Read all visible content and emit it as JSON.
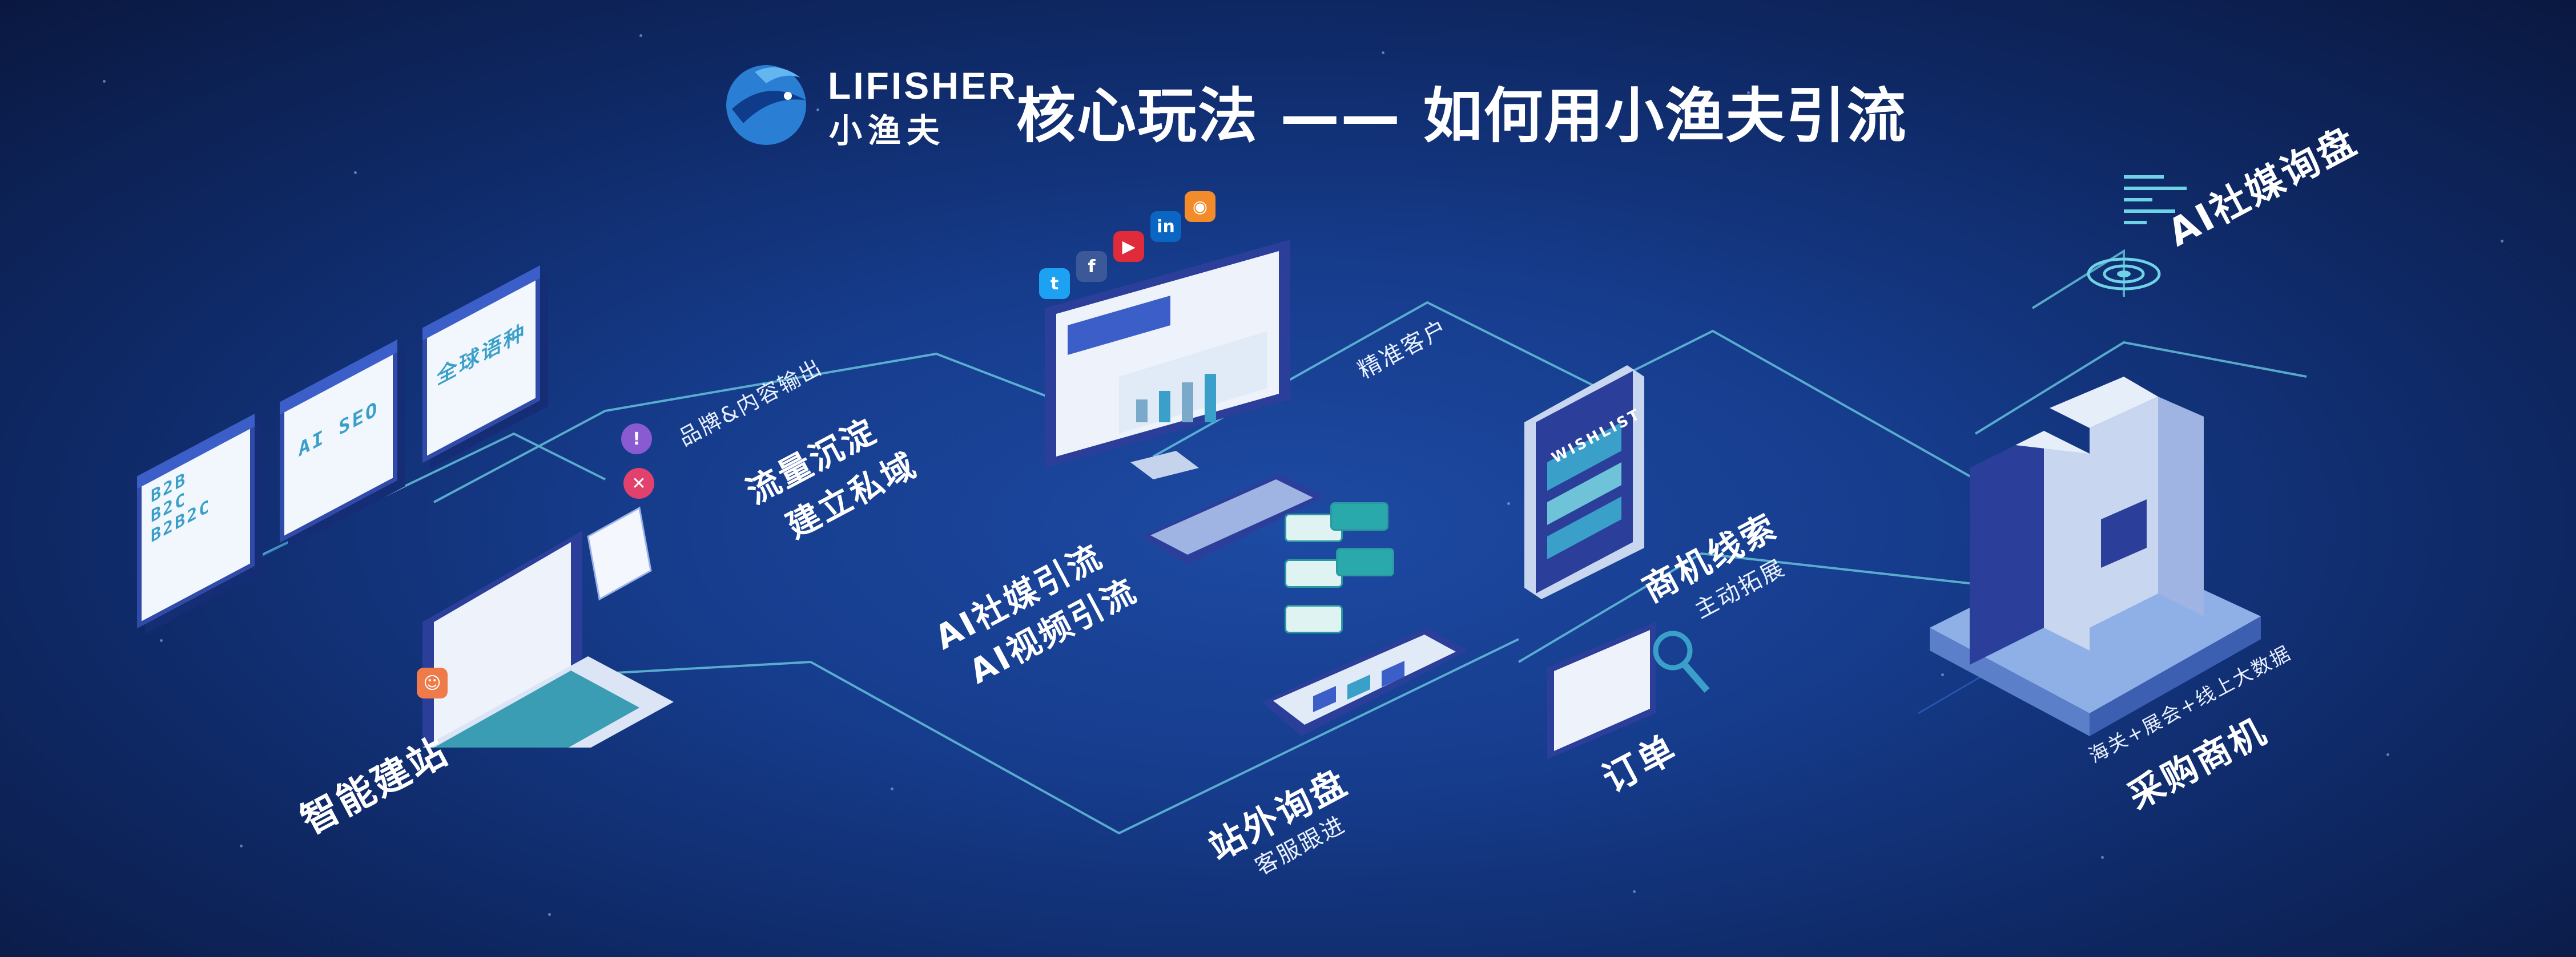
{
  "header": {
    "brand_name": "LIFISHER",
    "brand_cn": "小渔夫",
    "title": "核心玩法 —— 如何用小渔夫引流"
  },
  "nodes": {
    "website": {
      "label": "智能建站"
    },
    "cards": [
      {
        "text": "B2B\nB2C\nB2B2C"
      },
      {
        "text": "AI SEO"
      },
      {
        "text": "全球语种"
      }
    ],
    "brand_output": {
      "label": "品牌&内容输出"
    },
    "traffic": {
      "line1": "流量沉淀",
      "line2": "建立私域"
    },
    "social_traffic": {
      "line1": "AI社媒引流",
      "line2": "AI视频引流"
    },
    "precise": {
      "label": "精准客户"
    },
    "offsite_inquiry": {
      "label": "站外询盘",
      "sub": "客服跟进"
    },
    "leads": {
      "label": "商机线索",
      "sub": "主动拓展"
    },
    "order": {
      "label": "订单"
    },
    "wishlist": {
      "label": "WISHLIST"
    },
    "social_inquiry": {
      "label": "AI社媒询盘"
    },
    "procurement": {
      "label": "采购商机",
      "sub": "海关+展会+线上大数据"
    }
  },
  "social_icons": [
    {
      "icon": "twitter-icon",
      "glyph": "t",
      "color": "#1da1f2"
    },
    {
      "icon": "facebook-icon",
      "glyph": "f",
      "color": "#3b5998"
    },
    {
      "icon": "youtube-icon",
      "glyph": "▶",
      "color": "#e02b3b"
    },
    {
      "icon": "linkedin-icon",
      "glyph": "in",
      "color": "#0a66c2"
    },
    {
      "icon": "rss-icon",
      "glyph": "◉",
      "color": "#f28b2a"
    }
  ],
  "colors": {
    "accent_line": "#6fd3e6",
    "background": "#163c8c",
    "text": "#ffffff"
  }
}
